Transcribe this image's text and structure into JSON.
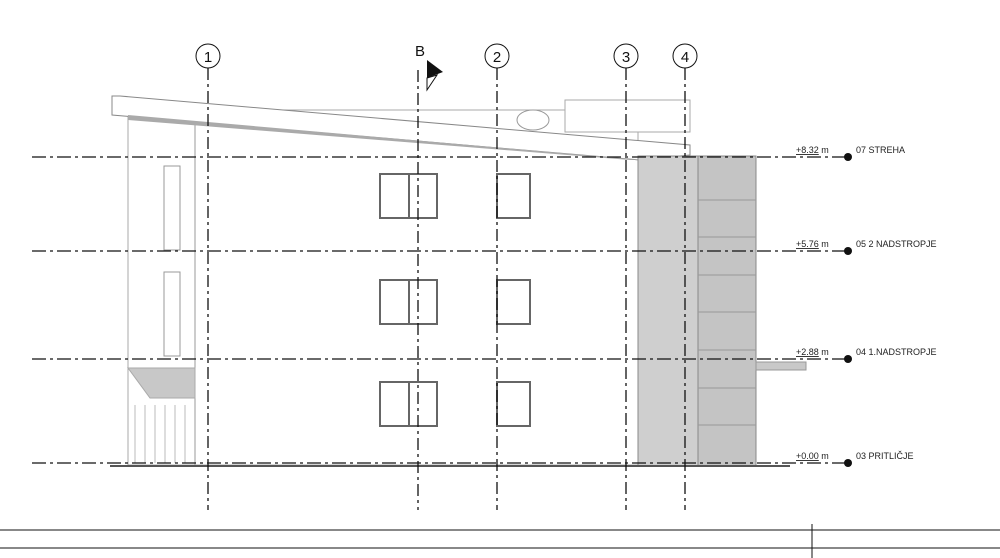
{
  "grid_axes": [
    "1",
    "2",
    "3",
    "4"
  ],
  "section_marker": "B",
  "levels": [
    {
      "elevation": "+8.32",
      "unit": "m",
      "name": "07 STREHA"
    },
    {
      "elevation": "+5.76",
      "unit": "m",
      "name": "05 2 NADSTROPJE"
    },
    {
      "elevation": "+2.88",
      "unit": "m",
      "name": "04 1.NADSTROPJE"
    },
    {
      "elevation": "+0.00",
      "unit": "m",
      "name": "03 PRITLIČJE"
    }
  ],
  "colors": {
    "line": "#111111",
    "fill_gray": "#cfcfcf",
    "light": "#9a9a9a"
  }
}
